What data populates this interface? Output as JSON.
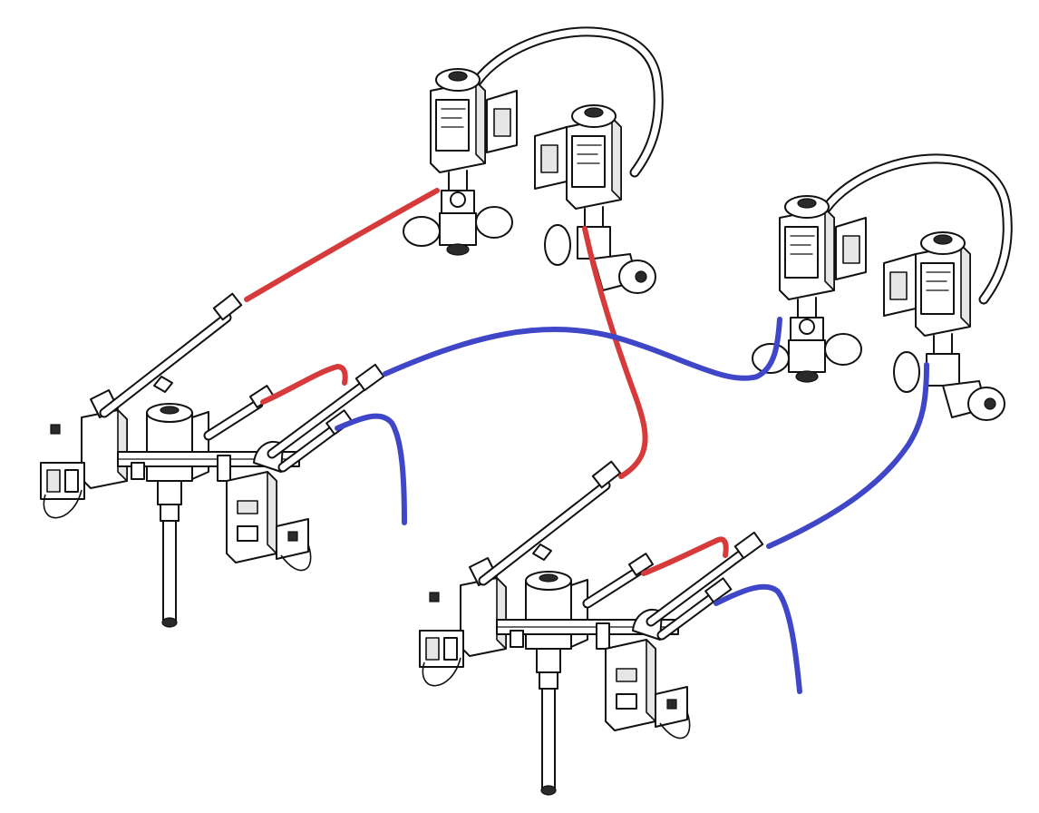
{
  "colors": {
    "line": "#111111",
    "red_tube": "#d63a3a",
    "blue_tube": "#3f46c8",
    "background": "#ffffff"
  },
  "tubes": [
    {
      "id": "red-1",
      "color": "red"
    },
    {
      "id": "red-2",
      "color": "red"
    },
    {
      "id": "red-3",
      "color": "red"
    },
    {
      "id": "red-4",
      "color": "red"
    },
    {
      "id": "blue-1",
      "color": "blue"
    },
    {
      "id": "blue-2",
      "color": "blue"
    },
    {
      "id": "blue-3",
      "color": "blue"
    },
    {
      "id": "blue-4",
      "color": "blue"
    }
  ]
}
